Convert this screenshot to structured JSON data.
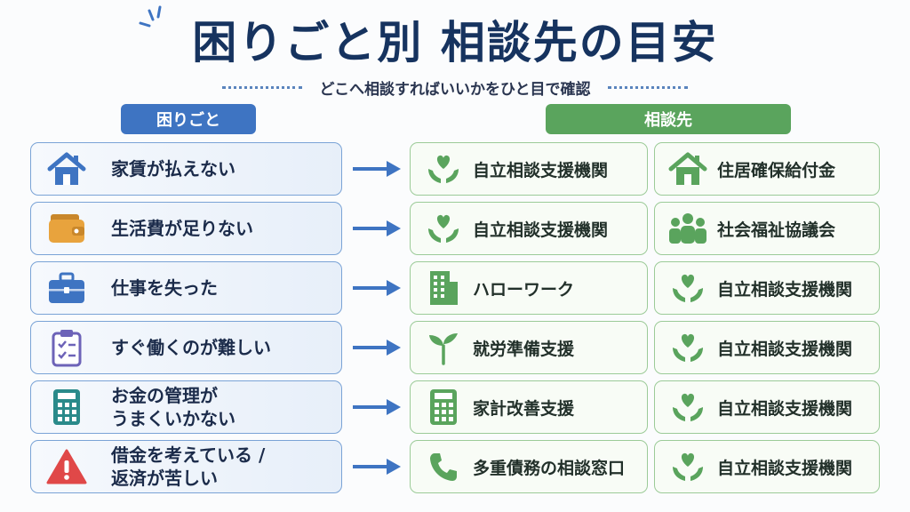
{
  "title": "困りごと別 相談先の目安",
  "subtitle": "どこへ相談すればいいかをひと目で確認",
  "headers": {
    "problems": "困りごと",
    "contacts": "相談先"
  },
  "colors": {
    "navy": "#16335f",
    "blue": "#3e74c2",
    "green": "#5aa45d",
    "orange": "#e8a33d",
    "purple": "#6d63b8",
    "red": "#e04848",
    "teal": "#2a8a8a"
  },
  "rows": [
    {
      "problem": "家賃が払えない",
      "problem_icon": "house-icon",
      "contact1": {
        "label": "自立相談支援機関",
        "icon": "heart-hands-icon"
      },
      "contact2": {
        "label": "住居確保給付金",
        "icon": "house-icon"
      }
    },
    {
      "problem": "生活費が足りない",
      "problem_icon": "wallet-icon",
      "contact1": {
        "label": "自立相談支援機関",
        "icon": "heart-hands-icon"
      },
      "contact2": {
        "label": "社会福祉協議会",
        "icon": "people-icon"
      }
    },
    {
      "problem": "仕事を失った",
      "problem_icon": "briefcase-icon",
      "contact1": {
        "label": "ハローワーク",
        "icon": "building-icon"
      },
      "contact2": {
        "label": "自立相談支援機関",
        "icon": "heart-hands-icon"
      }
    },
    {
      "problem": "すぐ働くのが難しい",
      "problem_icon": "clipboard-icon",
      "contact1": {
        "label": "就労準備支援",
        "icon": "sprout-icon"
      },
      "contact2": {
        "label": "自立相談支援機関",
        "icon": "heart-hands-icon"
      }
    },
    {
      "problem": "お金の管理が\nうまくいかない",
      "problem_icon": "calculator-icon",
      "contact1": {
        "label": "家計改善支援",
        "icon": "calculator-icon"
      },
      "contact2": {
        "label": "自立相談支援機関",
        "icon": "heart-hands-icon"
      }
    },
    {
      "problem": "借金を考えている /\n返済が苦しい",
      "problem_icon": "warning-icon",
      "contact1": {
        "label": "多重債務の相談窓口",
        "icon": "phone-icon"
      },
      "contact2": {
        "label": "自立相談支援機関",
        "icon": "heart-hands-icon"
      }
    }
  ]
}
